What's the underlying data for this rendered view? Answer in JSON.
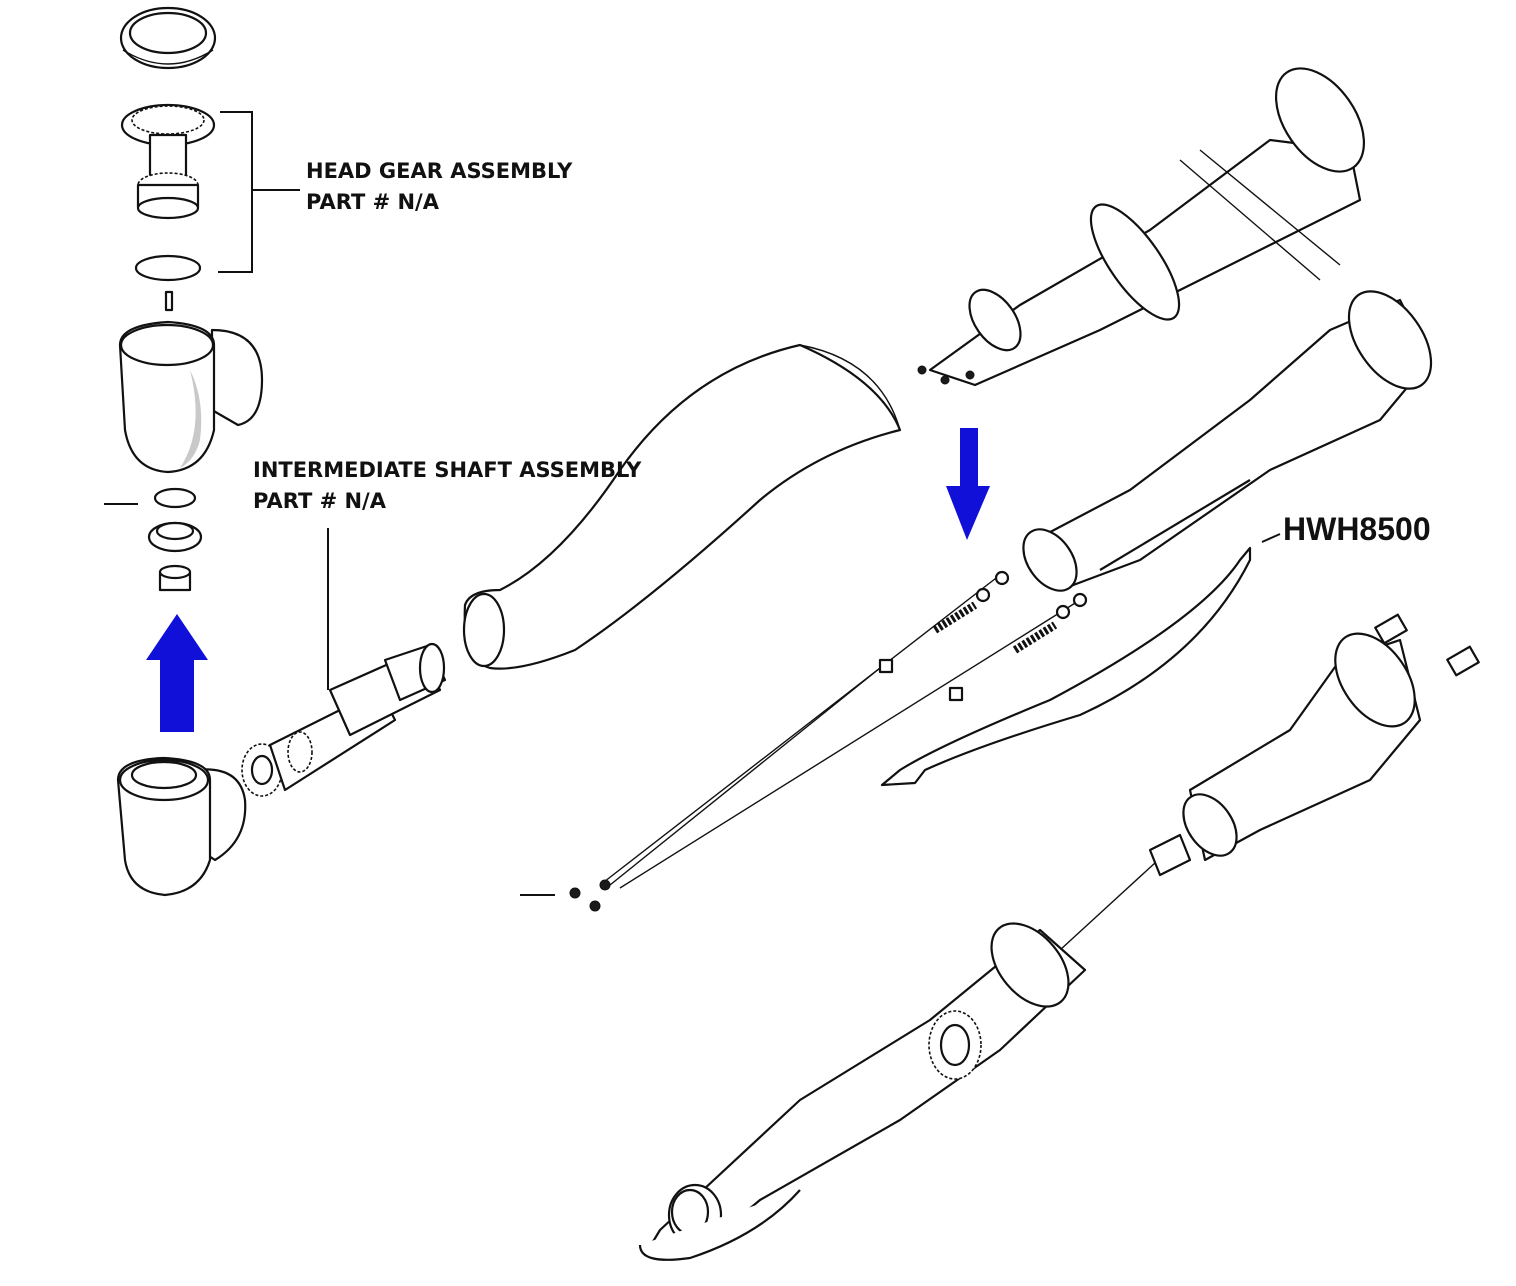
{
  "labels": {
    "head_gear_line1": "HEAD GEAR ASSEMBLY",
    "head_gear_line2": "PART # N/A",
    "shaft_line1": "INTERMEDIATE SHAFT ASSEMBLY",
    "shaft_line2": "PART # N/A",
    "model": "HWH8500"
  },
  "colors": {
    "arrow": "#1010d8",
    "line": "#111111"
  },
  "icons": [
    "arrow-up-icon",
    "arrow-down-icon"
  ]
}
